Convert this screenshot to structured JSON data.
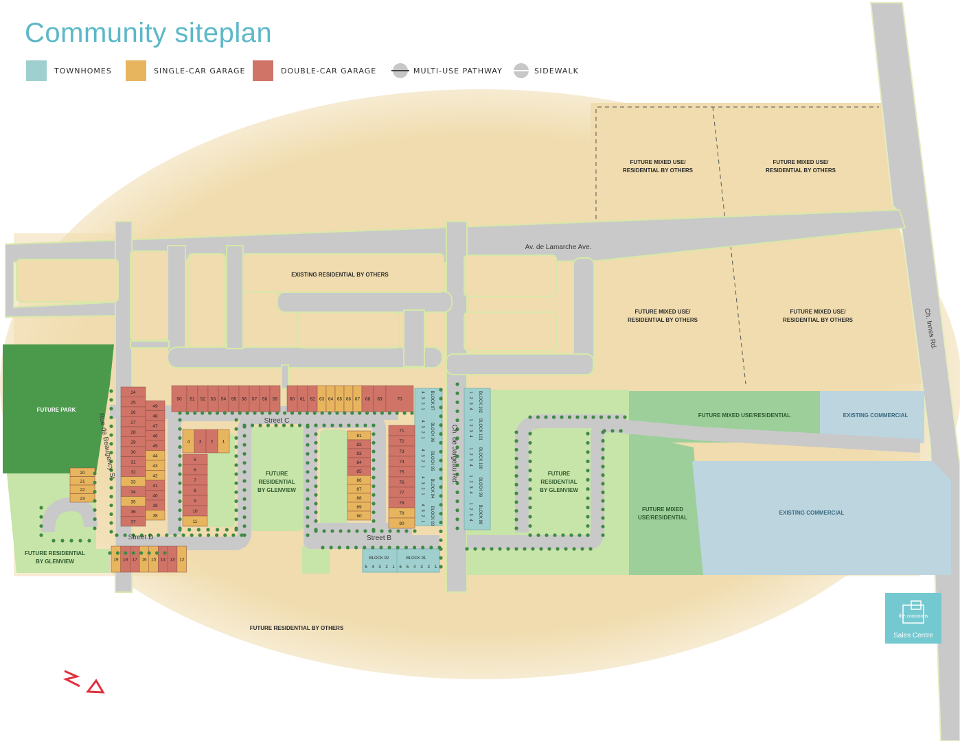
{
  "title": "Community siteplan",
  "legend": {
    "townhomes": "TOWNHOMES",
    "single": "SINGLE-CAR GARAGE",
    "double": "DOUBLE-CAR GARAGE",
    "pathway": "MULTI-USE PATHWAY",
    "sidewalk": "SIDEWALK"
  },
  "colors": {
    "townhome": "#9fd0cf",
    "single": "#e7b55e",
    "double": "#d07468",
    "park": "#4b9a4c",
    "mixed": "#9ccf9a",
    "lightgreen": "#c7e4a9",
    "commercial": "#bcd5df",
    "road": "#c9c9c9",
    "sand": "#f0dcae",
    "title": "#5cb8c8"
  },
  "streets": {
    "lamarche": "Av. de Lamarche Ave.",
    "innes": "Ch. Innes Rd.",
    "beaugency": "Rue de Beaugency St.",
    "jargeau": "Ch. de Jargeau Rd.",
    "c": "Street C",
    "d": "Street D",
    "b": "Street B"
  },
  "areas": {
    "future_park": "FUTURE PARK",
    "existing_res": "EXISTING RESIDENTIAL BY OTHERS",
    "fmu_1": "FUTURE MIXED USE/",
    "fmu_2": "RESIDENTIAL BY OTHERS",
    "fmu_res": "FUTURE MIXED USE/RESIDENTIAL",
    "existing_comm": "EXISTING COMMERCIAL",
    "frg_1": "FUTURE",
    "frg_2": "RESIDENTIAL",
    "frg_3": "BY GLENVIEW",
    "frg_wide_1": "FUTURE RESIDENTIAL",
    "frg_wide_2": "BY GLENVIEW",
    "fmu_mid_1": "FUTURE MIXED",
    "fmu_mid_2": "USE/RESIDENTIAL",
    "future_others": "FUTURE RESIDENTIAL BY OTHERS"
  },
  "blocks": {
    "b92": "BLOCK 92",
    "b91": "BLOCK 91",
    "b97": "BLOCK 97",
    "b96": "BLOCK 96",
    "b95": "BLOCK 95",
    "b94": "BLOCK 94",
    "b93": "BLOCK 93",
    "b102": "BLOCK 102",
    "b101": "BLOCK 101",
    "b100": "BLOCK 100",
    "b99": "BLOCK 99",
    "b98": "BLOCK 98"
  },
  "sales_centre": "Sales Centre",
  "brand": "the commons",
  "lots": {
    "top_row": [
      {
        "n": "50",
        "t": "D"
      },
      {
        "n": "51",
        "t": "D"
      },
      {
        "n": "52",
        "t": "D"
      },
      {
        "n": "53",
        "t": "D"
      },
      {
        "n": "54",
        "t": "D"
      },
      {
        "n": "55",
        "t": "D"
      },
      {
        "n": "56",
        "t": "D"
      },
      {
        "n": "57",
        "t": "D"
      },
      {
        "n": "58",
        "t": "D"
      },
      {
        "n": "59",
        "t": "D"
      },
      {
        "n": "60",
        "t": "D"
      },
      {
        "n": "61",
        "t": "D"
      },
      {
        "n": "62",
        "t": "D"
      },
      {
        "n": "63",
        "t": "S"
      },
      {
        "n": "64",
        "t": "S"
      },
      {
        "n": "65",
        "t": "S"
      },
      {
        "n": "66",
        "t": "S"
      },
      {
        "n": "67",
        "t": "S"
      },
      {
        "n": "68",
        "t": "D"
      },
      {
        "n": "69",
        "t": "D"
      },
      {
        "n": "70",
        "t": "D"
      }
    ],
    "west_outer": [
      {
        "n": "24",
        "t": "D"
      },
      {
        "n": "25",
        "t": "D"
      },
      {
        "n": "26",
        "t": "D"
      },
      {
        "n": "27",
        "t": "D"
      },
      {
        "n": "28",
        "t": "D"
      },
      {
        "n": "29",
        "t": "D"
      },
      {
        "n": "30",
        "t": "D"
      },
      {
        "n": "31",
        "t": "D"
      },
      {
        "n": "32",
        "t": "D"
      },
      {
        "n": "33",
        "t": "S"
      },
      {
        "n": "34",
        "t": "D"
      },
      {
        "n": "35",
        "t": "S"
      },
      {
        "n": "36",
        "t": "D"
      },
      {
        "n": "37",
        "t": "D"
      }
    ],
    "west_inner": [
      {
        "n": "49",
        "t": "D"
      },
      {
        "n": "48",
        "t": "D"
      },
      {
        "n": "47",
        "t": "D"
      },
      {
        "n": "46",
        "t": "D"
      },
      {
        "n": "45",
        "t": "D"
      },
      {
        "n": "44",
        "t": "S"
      },
      {
        "n": "43",
        "t": "S"
      },
      {
        "n": "42",
        "t": "S"
      },
      {
        "n": "41",
        "t": "D"
      },
      {
        "n": "40",
        "t": "D"
      },
      {
        "n": "39",
        "t": "D"
      },
      {
        "n": "38",
        "t": "S"
      }
    ],
    "far_west": [
      {
        "n": "20",
        "t": "S"
      },
      {
        "n": "21",
        "t": "S"
      },
      {
        "n": "22",
        "t": "S"
      },
      {
        "n": "23",
        "t": "S"
      }
    ],
    "south_row": [
      {
        "n": "19",
        "t": "S"
      },
      {
        "n": "18",
        "t": "D"
      },
      {
        "n": "17",
        "t": "D"
      },
      {
        "n": "16",
        "t": "S"
      },
      {
        "n": "15",
        "t": "S"
      },
      {
        "n": "14",
        "t": "D"
      },
      {
        "n": "13",
        "t": "D"
      },
      {
        "n": "12",
        "t": "S"
      }
    ],
    "loop_top": [
      {
        "n": "4",
        "t": "S"
      },
      {
        "n": "3",
        "t": "D"
      },
      {
        "n": "2",
        "t": "D"
      },
      {
        "n": "1",
        "t": "S"
      }
    ],
    "loop_west": [
      {
        "n": "5",
        "t": "D"
      },
      {
        "n": "6",
        "t": "D"
      },
      {
        "n": "7",
        "t": "D"
      },
      {
        "n": "8",
        "t": "D"
      },
      {
        "n": "9",
        "t": "D"
      },
      {
        "n": "10",
        "t": "D"
      },
      {
        "n": "11",
        "t": "S"
      }
    ],
    "mid_col": [
      {
        "n": "81",
        "t": "S"
      },
      {
        "n": "82",
        "t": "D"
      },
      {
        "n": "83",
        "t": "D"
      },
      {
        "n": "84",
        "t": "D"
      },
      {
        "n": "85",
        "t": "D"
      },
      {
        "n": "86",
        "t": "S"
      },
      {
        "n": "87",
        "t": "S"
      },
      {
        "n": "88",
        "t": "S"
      },
      {
        "n": "89",
        "t": "S"
      },
      {
        "n": "90",
        "t": "S"
      }
    ],
    "east_col": [
      {
        "n": "71",
        "t": "D"
      },
      {
        "n": "72",
        "t": "D"
      },
      {
        "n": "73",
        "t": "D"
      },
      {
        "n": "74",
        "t": "D"
      },
      {
        "n": "75",
        "t": "D"
      },
      {
        "n": "76",
        "t": "D"
      },
      {
        "n": "77",
        "t": "D"
      },
      {
        "n": "78",
        "t": "D"
      },
      {
        "n": "79",
        "t": "S"
      },
      {
        "n": "80",
        "t": "S"
      }
    ],
    "th_units_92": [
      "5",
      "4",
      "3",
      "2",
      "1"
    ],
    "th_units_91": [
      "6",
      "5",
      "4",
      "3",
      "2",
      "1"
    ],
    "th_units_west": [
      "4",
      "3",
      "2",
      "1"
    ],
    "th_units_east": [
      "1",
      "2",
      "3",
      "4"
    ]
  }
}
